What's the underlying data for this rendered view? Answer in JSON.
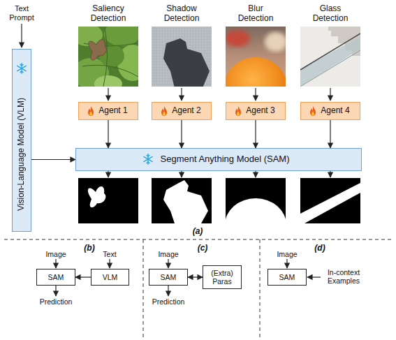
{
  "diagram": {
    "nodes": [
      {
        "text": [
          "Vision-Language Model (VLM)"
        ]
      },
      {
        "text": [
          "Agent 1"
        ]
      },
      {
        "text": [
          "Agent 2"
        ]
      },
      {
        "text": [
          "Agent 3"
        ]
      },
      {
        "text": [
          "Agent 4"
        ]
      },
      {
        "text": [
          "Segment Anything Model (SAM)"
        ]
      },
      {
        "text": [
          "SAM"
        ]
      },
      {
        "text": [
          "VLM"
        ]
      },
      {
        "text": [
          "SAM"
        ]
      },
      {
        "text": [
          "(Extra) Paras"
        ]
      },
      {
        "text": [
          "SAM"
        ]
      }
    ],
    "edges": [
      {
        "from": 0,
        "to": 5,
        "arrow": "to"
      },
      {
        "from": 1,
        "to": 5,
        "arrow": "to"
      },
      {
        "from": 2,
        "to": 5,
        "arrow": "to"
      },
      {
        "from": 3,
        "to": 5,
        "arrow": "to"
      },
      {
        "from": 4,
        "to": 5,
        "arrow": "to"
      },
      {
        "from": 7,
        "to": 6,
        "arrow": "to"
      },
      {
        "from": 9,
        "to": 8,
        "arrow": "both"
      }
    ],
    "labels": [
      "Text Prompt",
      "Saliency Detection",
      "Shadow Detection",
      "Blur Detection",
      "Glass Detection",
      "(a)",
      "(b)",
      "(c)",
      "(d)",
      "Image",
      "Text",
      "Image",
      "Image",
      "In-context Examples",
      "Prediction",
      "Prediction"
    ]
  }
}
